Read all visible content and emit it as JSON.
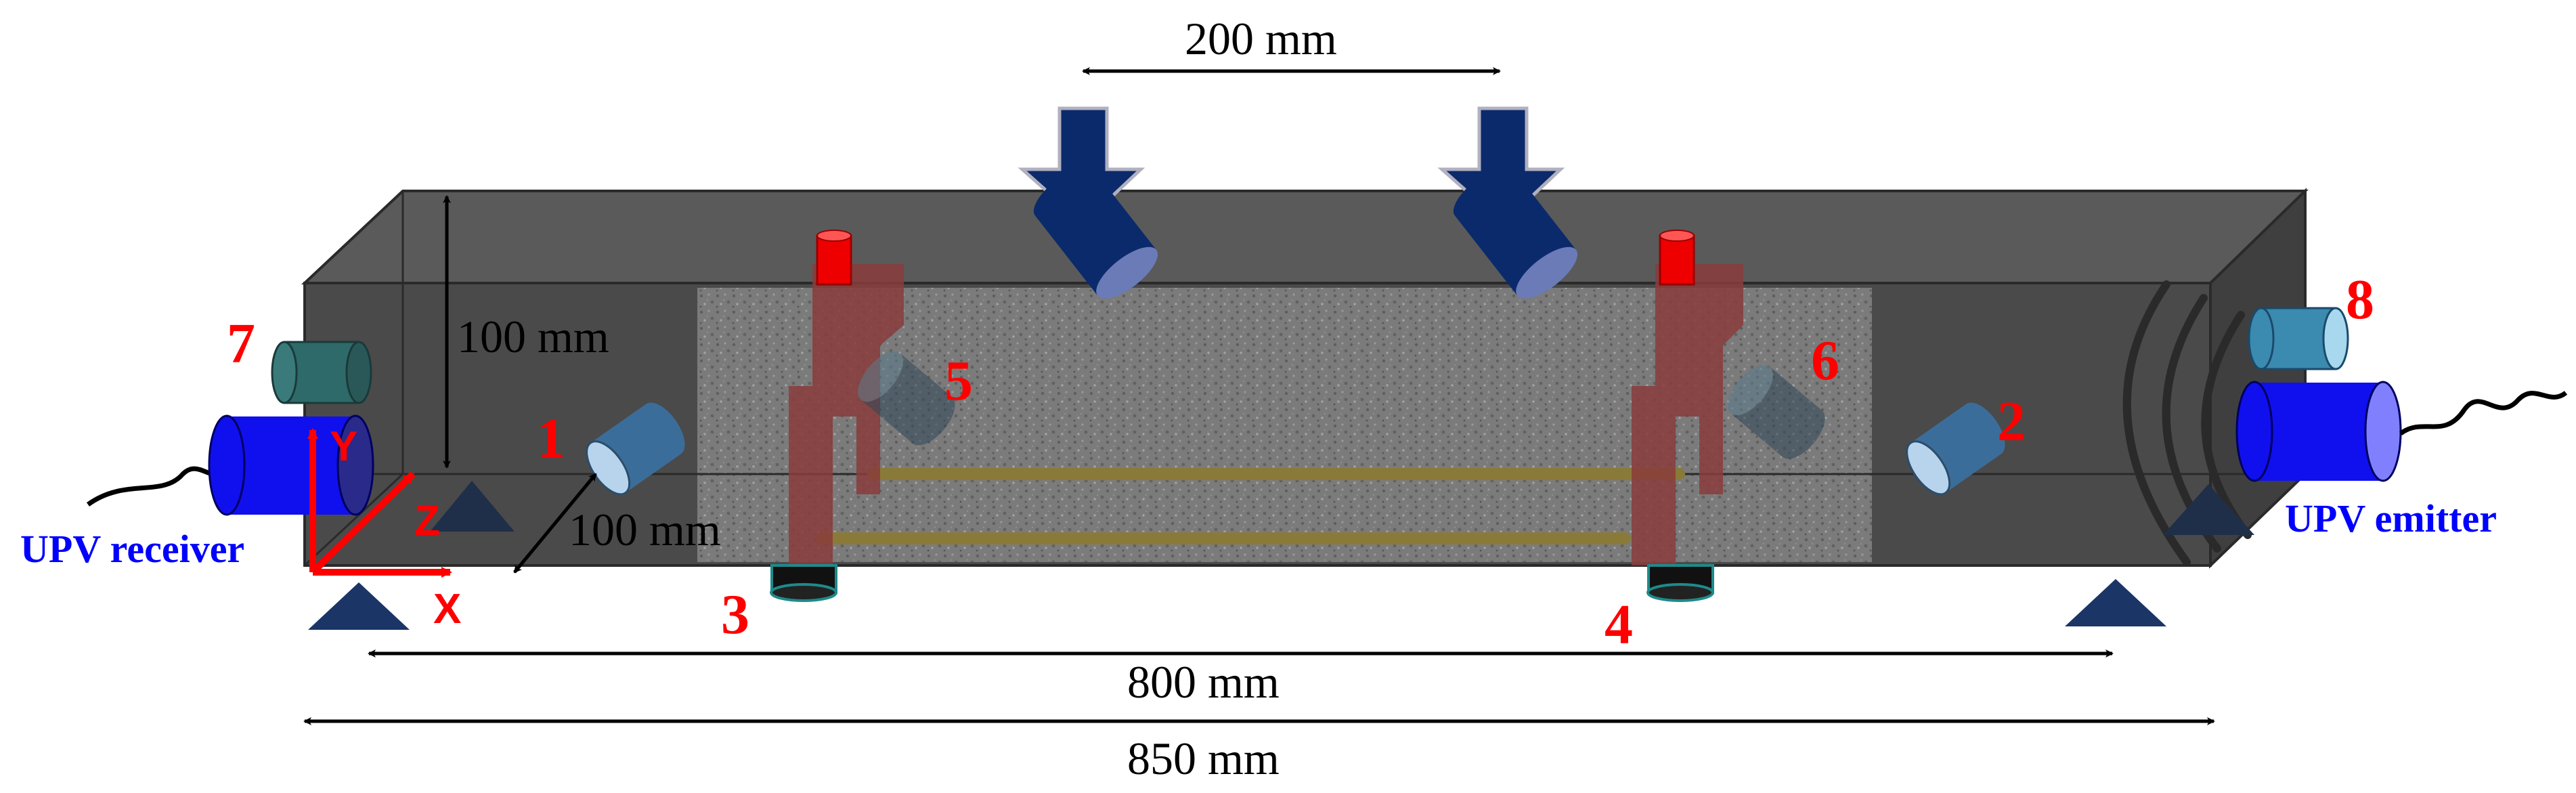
{
  "dimensions": {
    "load_spacing": "200 mm",
    "height": "100 mm",
    "width": "100 mm",
    "span": "800 mm",
    "length": "850 mm"
  },
  "sensors": {
    "s1": "1",
    "s2": "2",
    "s3": "3",
    "s4": "4",
    "s5": "5",
    "s6": "6",
    "s7": "7",
    "s8": "8"
  },
  "axes": {
    "x": "X",
    "y": "Y",
    "z": "Z"
  },
  "upv": {
    "receiver": "UPV receiver",
    "emitter": "UPV emitter"
  },
  "colors": {
    "beam_dark": "#4a4a4a",
    "concrete": "#7d7d7d",
    "load_arrow": "#0b2a6b",
    "sensor": "#4a86b8",
    "upv": "#1010ee",
    "label_red": "#ff0000",
    "rebar": "#8a7a3a",
    "stirrup": "#8a3c3c"
  }
}
